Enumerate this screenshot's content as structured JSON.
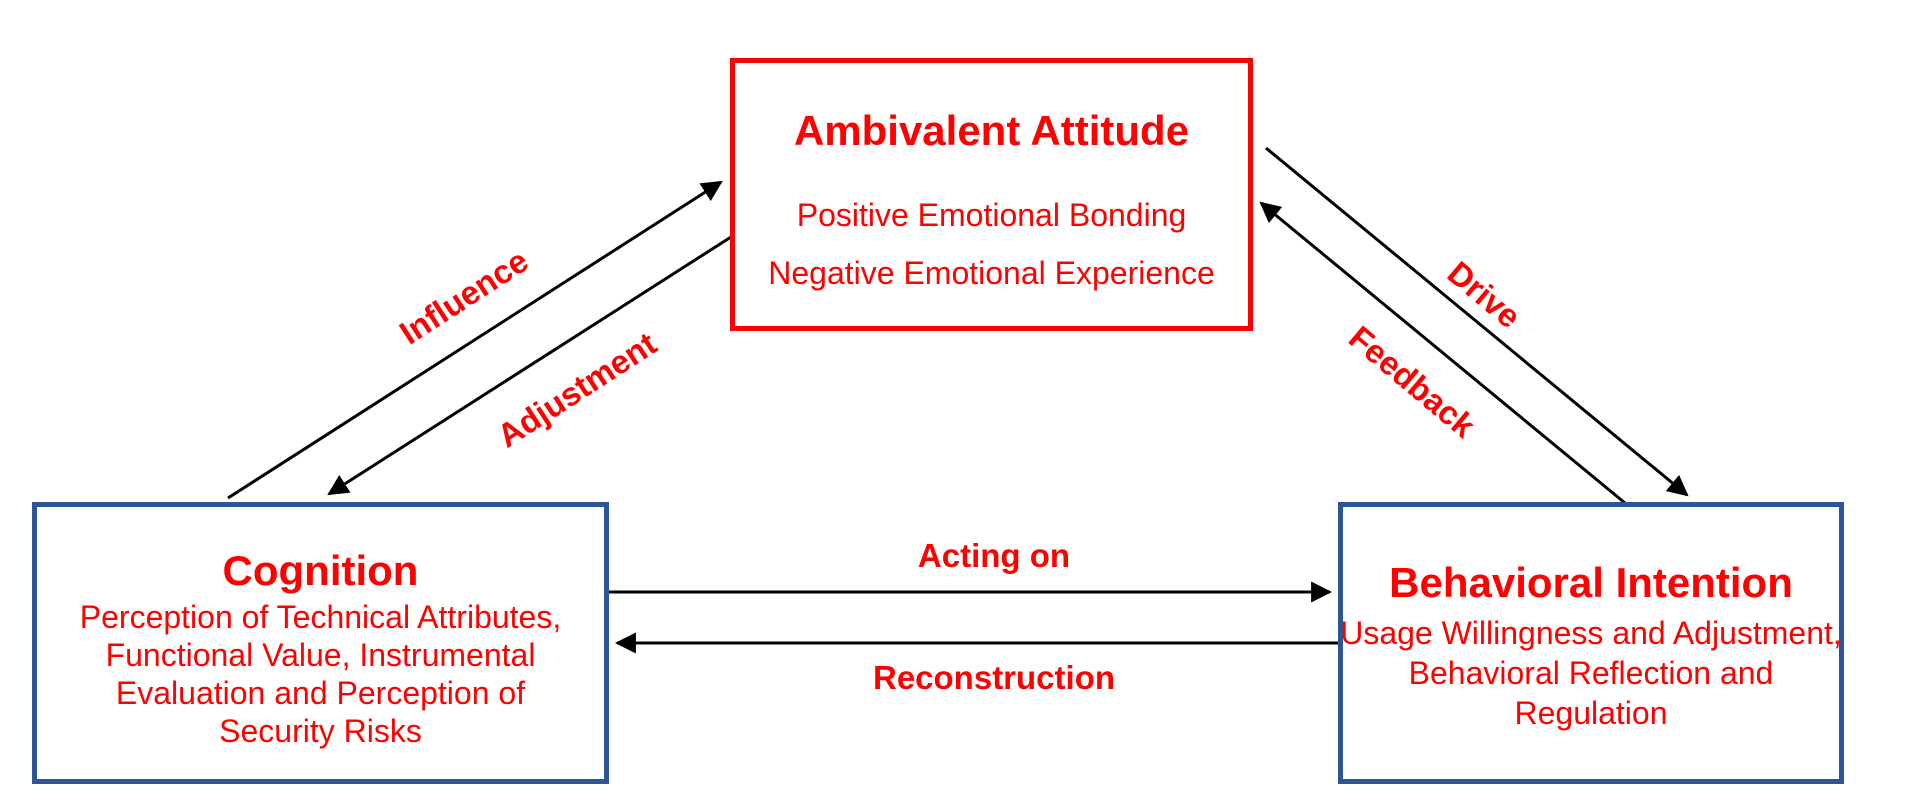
{
  "diagram": {
    "nodes": {
      "attitude": {
        "title": "Ambivalent Attitude",
        "lines": [
          "Positive Emotional Bonding",
          "Negative Emotional Experience"
        ],
        "border_color": "#ff0000"
      },
      "cognition": {
        "title": "Cognition",
        "lines": [
          "Perception of Technical Attributes,",
          "Functional Value, Instrumental",
          "Evaluation and Perception of",
          "Security Risks"
        ],
        "border_color": "#2e5596"
      },
      "intention": {
        "title": "Behavioral Intention",
        "lines": [
          "Usage Willingness and Adjustment,",
          "Behavioral Reflection and",
          "Regulation"
        ],
        "border_color": "#2e5596"
      }
    },
    "edges": [
      {
        "label": "Influence",
        "from": "cognition",
        "to": "attitude"
      },
      {
        "label": "Adjustment",
        "from": "attitude",
        "to": "cognition"
      },
      {
        "label": "Drive",
        "from": "attitude",
        "to": "intention"
      },
      {
        "label": "Feedback",
        "from": "intention",
        "to": "attitude"
      },
      {
        "label": "Acting on",
        "from": "cognition",
        "to": "intention"
      },
      {
        "label": "Reconstruction",
        "from": "intention",
        "to": "cognition"
      }
    ],
    "colors": {
      "text": "#ff0000",
      "arrow": "#000000",
      "blue_border": "#2e5596",
      "red_border": "#ff0000"
    }
  }
}
